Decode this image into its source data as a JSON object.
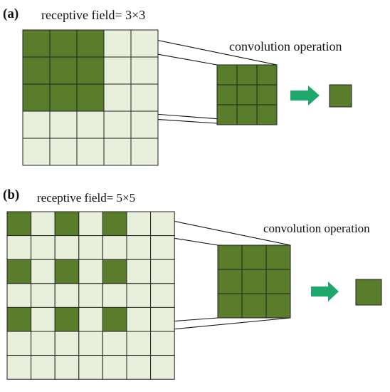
{
  "colors": {
    "active": "#5a7d2c",
    "inactive": "#e8f0dc",
    "cell_border": "#222222",
    "arrow": "#1fa86b",
    "line": "#111111"
  },
  "panel_a": {
    "label": "(a)",
    "receptive_field_text": "receptive field= 3×3",
    "operation_text": "convolution operation",
    "input_grid": {
      "rows": 5,
      "cols": 5,
      "active_rows": [
        0,
        1,
        2
      ],
      "active_cols": [
        0,
        1,
        2
      ]
    },
    "kernel": {
      "rows": 3,
      "cols": 3
    },
    "output": "1×1"
  },
  "panel_b": {
    "label": "(b)",
    "receptive_field_text": "receptive field= 5×5",
    "operation_text": "convolution operation",
    "input_grid": {
      "rows": 7,
      "cols": 7,
      "active_rows": [
        0,
        2,
        4
      ],
      "active_cols": [
        0,
        2,
        4
      ]
    },
    "kernel": {
      "rows": 3,
      "cols": 3
    },
    "output": "1×1"
  }
}
